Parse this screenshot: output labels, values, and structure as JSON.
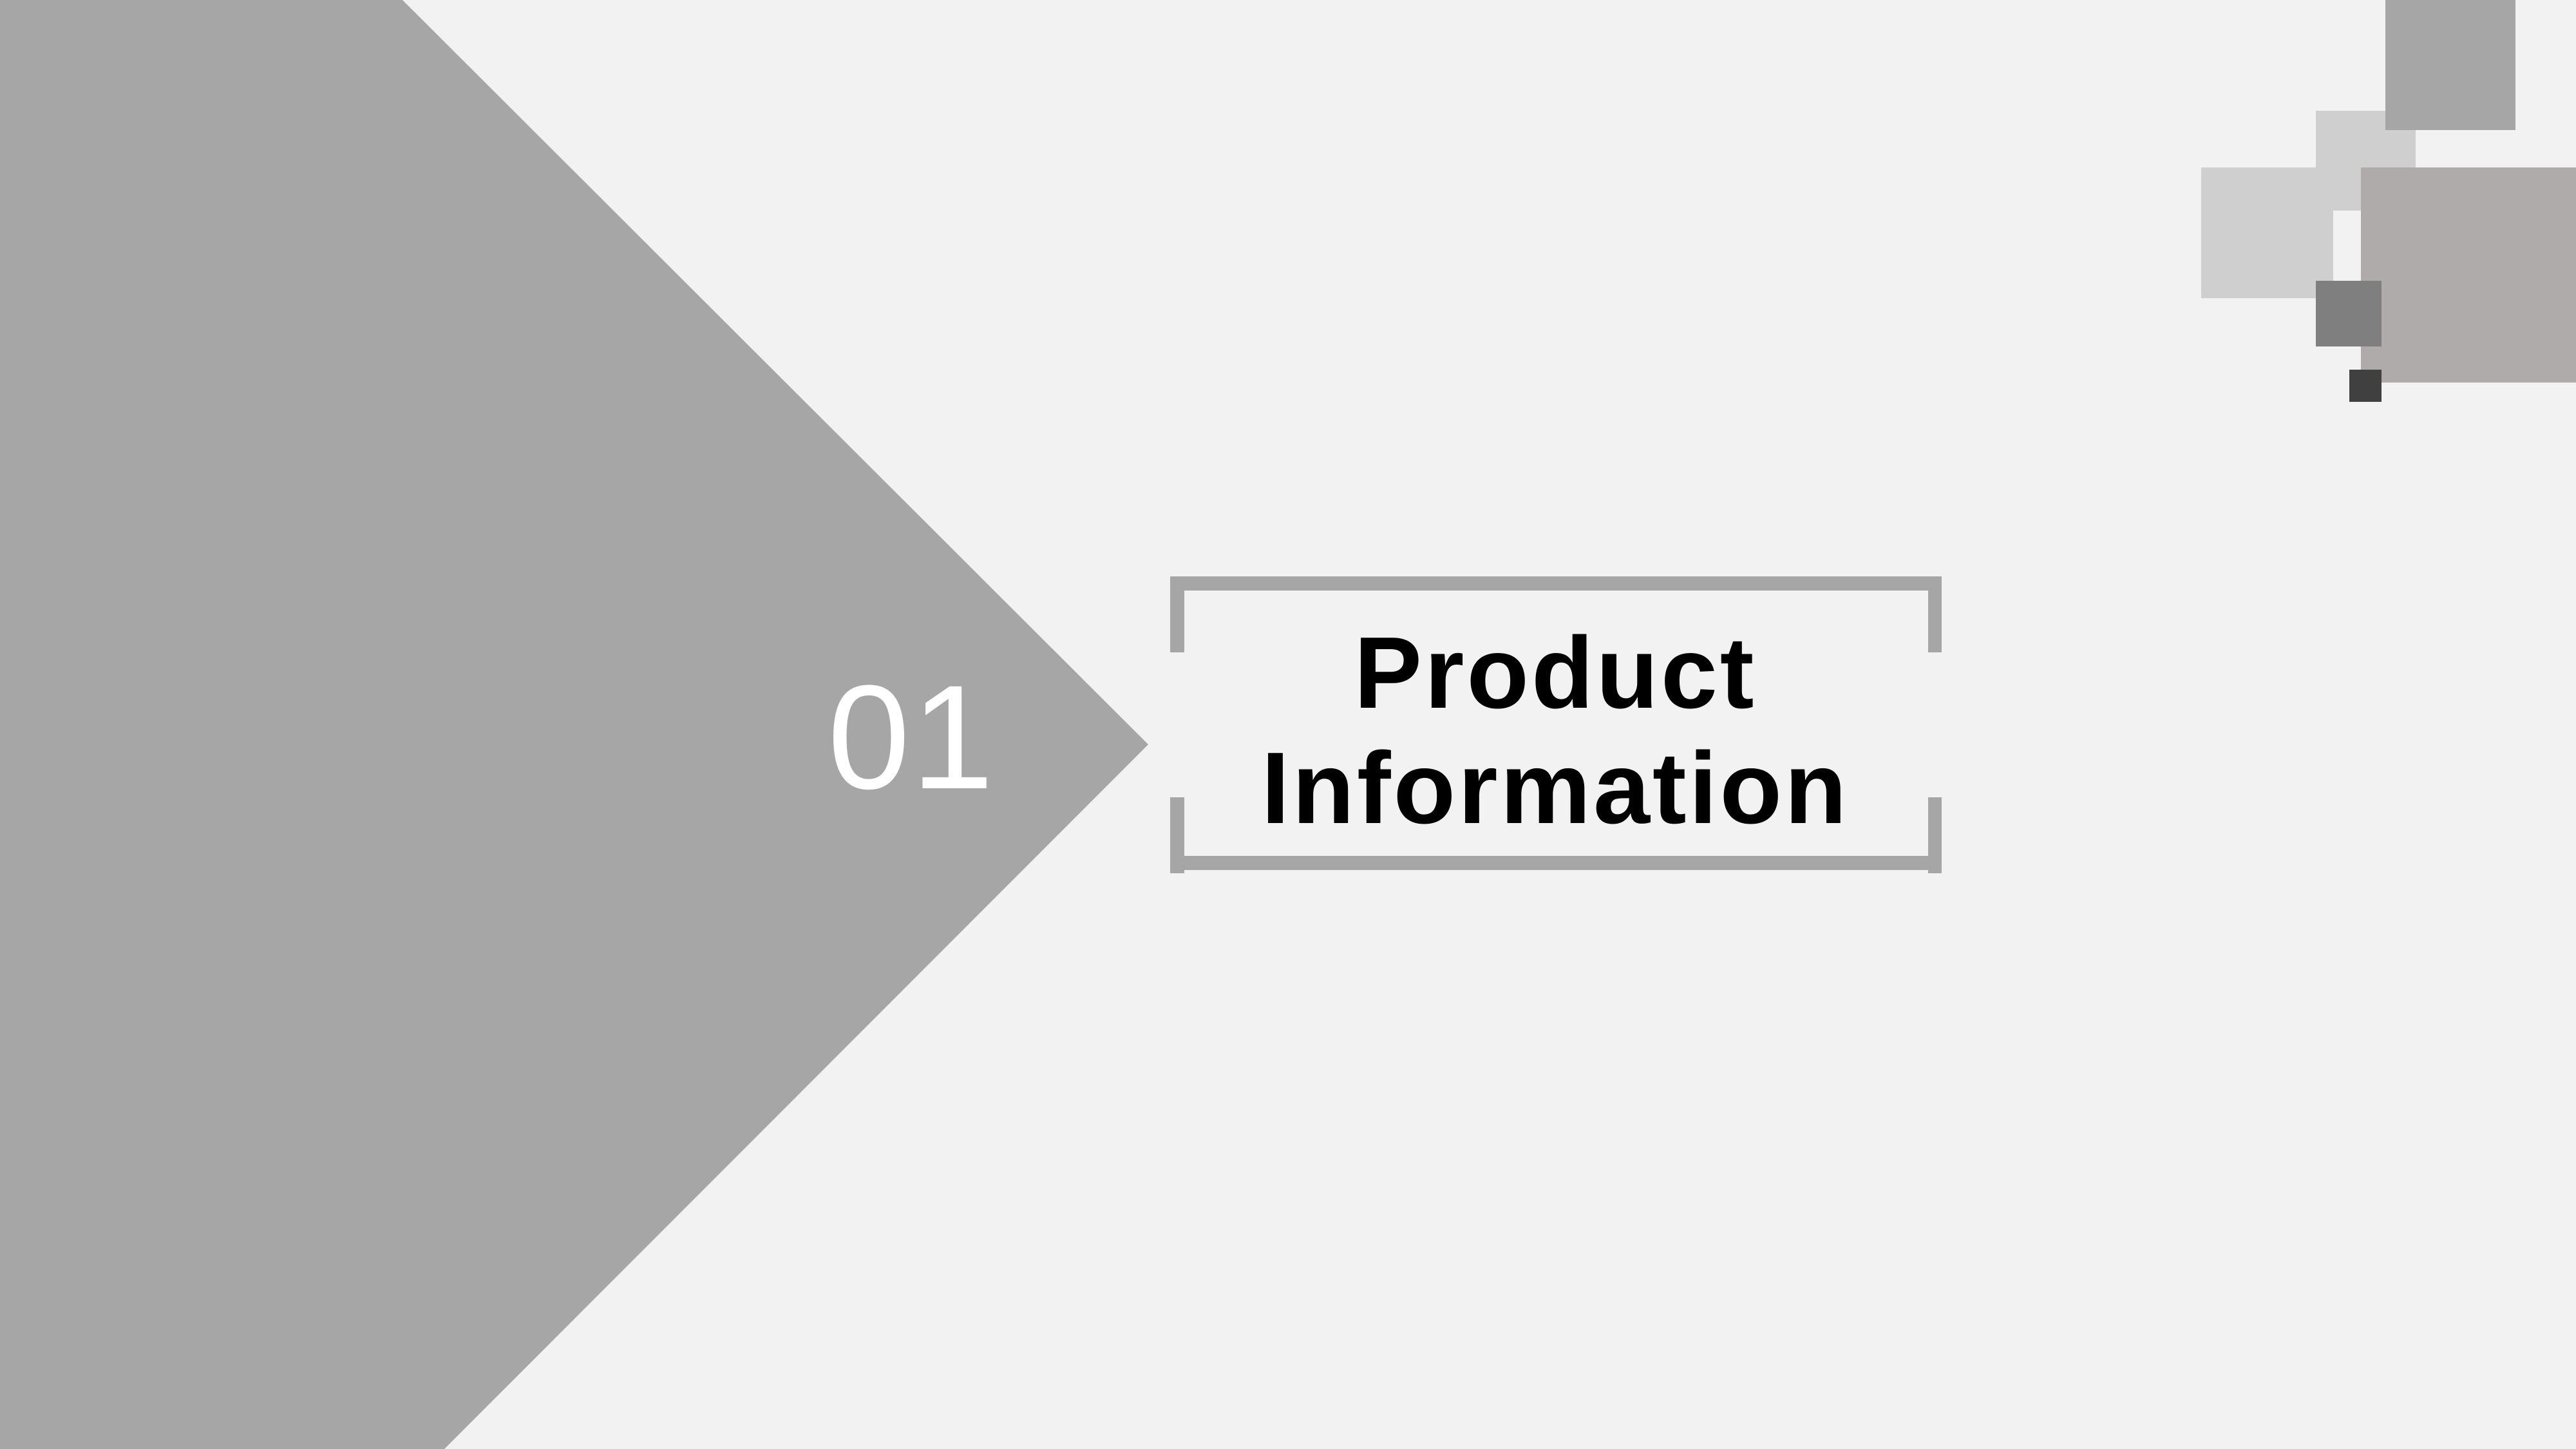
{
  "slide": {
    "section_number": "01",
    "title_lines": [
      "Product",
      "Information"
    ]
  },
  "colors": {
    "background": "#f2f2f2",
    "chevron": "#a6a6a6",
    "number_text": "#ffffff",
    "title_text": "#000000",
    "frame": "#a6a6a6",
    "square_light": "#d0cfcf",
    "square_mid": "#a6a6a6",
    "square_taupe": "#afabaa",
    "square_dark": "#7f7f7f",
    "square_darkest": "#404040"
  }
}
